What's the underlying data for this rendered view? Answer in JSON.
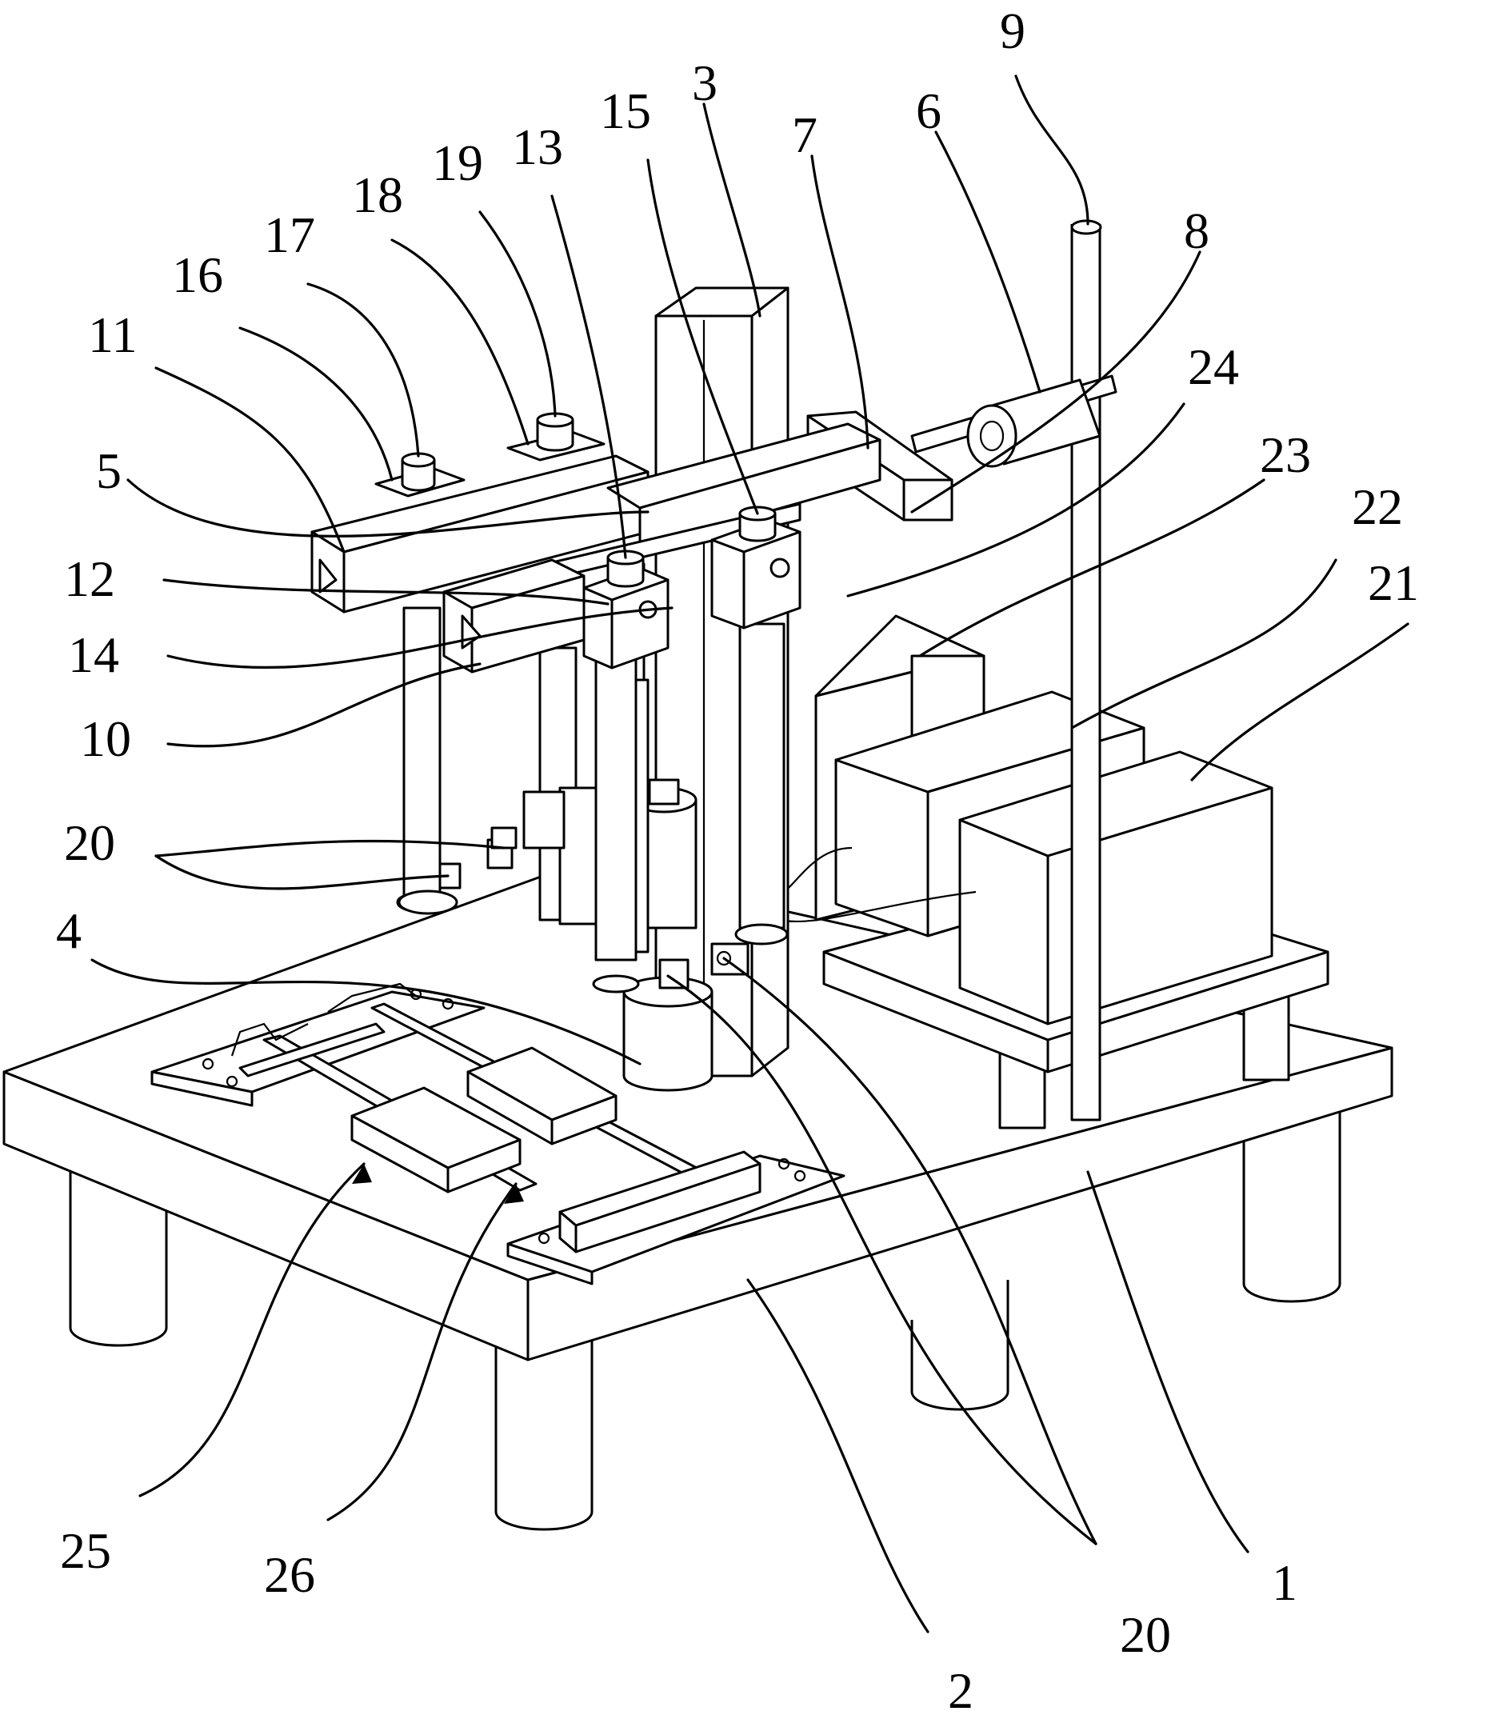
{
  "figure": {
    "line_color": "#000000",
    "background": "#ffffff",
    "callouts": {
      "c1": "1",
      "c2": "2",
      "c3": "3",
      "c4": "4",
      "c5": "5",
      "c6": "6",
      "c7": "7",
      "c8": "8",
      "c9": "9",
      "c10": "10",
      "c11": "11",
      "c12": "12",
      "c13": "13",
      "c14": "14",
      "c15": "15",
      "c16": "16",
      "c17": "17",
      "c18": "18",
      "c19": "19",
      "c20a": "20",
      "c20b": "20",
      "c21": "21",
      "c22": "22",
      "c23": "23",
      "c24": "24",
      "c25": "25",
      "c26": "26"
    }
  }
}
